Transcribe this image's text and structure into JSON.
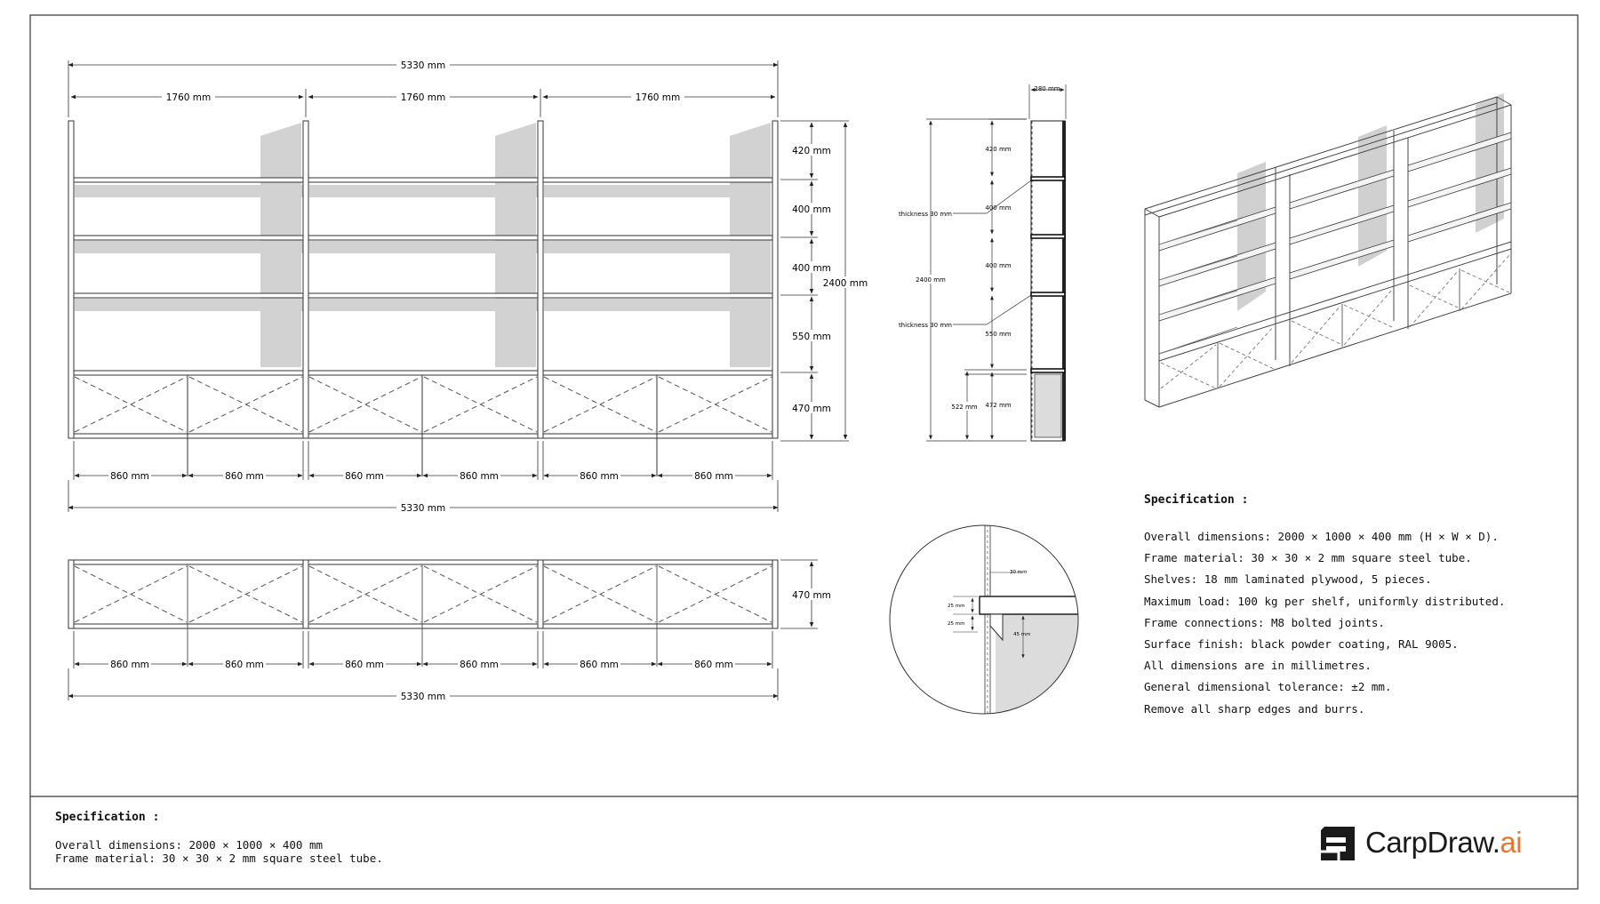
{
  "front_view": {
    "overall_width_label": "5330 mm",
    "bay_width_labels": [
      "1760 mm",
      "1760 mm",
      "1760 mm"
    ],
    "height_labels": [
      "420 mm",
      "400 mm",
      "400 mm",
      "550 mm",
      "470 mm"
    ],
    "total_height_label": "2400 mm",
    "module_width_labels": [
      "860 mm",
      "860 mm",
      "860 mm",
      "860 mm",
      "860 mm",
      "860 mm"
    ],
    "bottom_width_label": "5330 mm"
  },
  "base_view": {
    "height_label": "470 mm",
    "module_width_labels": [
      "860 mm",
      "860 mm",
      "860 mm",
      "860 mm",
      "860 mm",
      "860 mm"
    ],
    "overall_width_label": "5330 mm"
  },
  "side_view": {
    "depth_label": "280 mm",
    "height_labels": [
      "420 mm",
      "400 mm",
      "400 mm",
      "550 mm",
      "472 mm"
    ],
    "total_height_label": "2400 mm",
    "base_height_label": "522 mm",
    "thickness_labels": [
      "thickness 30 mm",
      "thickness 30 mm"
    ]
  },
  "detail_view": {
    "labels": [
      "30 mm",
      "25 mm",
      "25 mm",
      "45 mm"
    ]
  },
  "specification": {
    "title": "Specification :",
    "lines": [
      "Overall dimensions: 2000 × 1000 × 400 mm (H × W × D).",
      "Frame material: 30 × 30 × 2 mm square steel tube.",
      "Shelves: 18 mm laminated plywood, 5 pieces.",
      "Maximum load: 100 kg per shelf, uniformly distributed.",
      "Frame connections: M8 bolted joints.",
      "Surface finish: black powder coating, RAL 9005.",
      "All dimensions are in millimetres.",
      "General dimensional tolerance: ±2 mm.",
      "Remove all sharp edges and burrs."
    ]
  },
  "footer": {
    "spec_title": "Specification :",
    "spec_lines": [
      "Overall dimensions: 2000 × 1000 × 400 mm",
      "Frame material: 30 × 30 × 2 mm square steel tube."
    ],
    "logo_text": "CarpDraw.",
    "logo_accent": "ai",
    "logo_icon": "carpdraw-logo-icon",
    "accent_color": "#e8772e"
  }
}
